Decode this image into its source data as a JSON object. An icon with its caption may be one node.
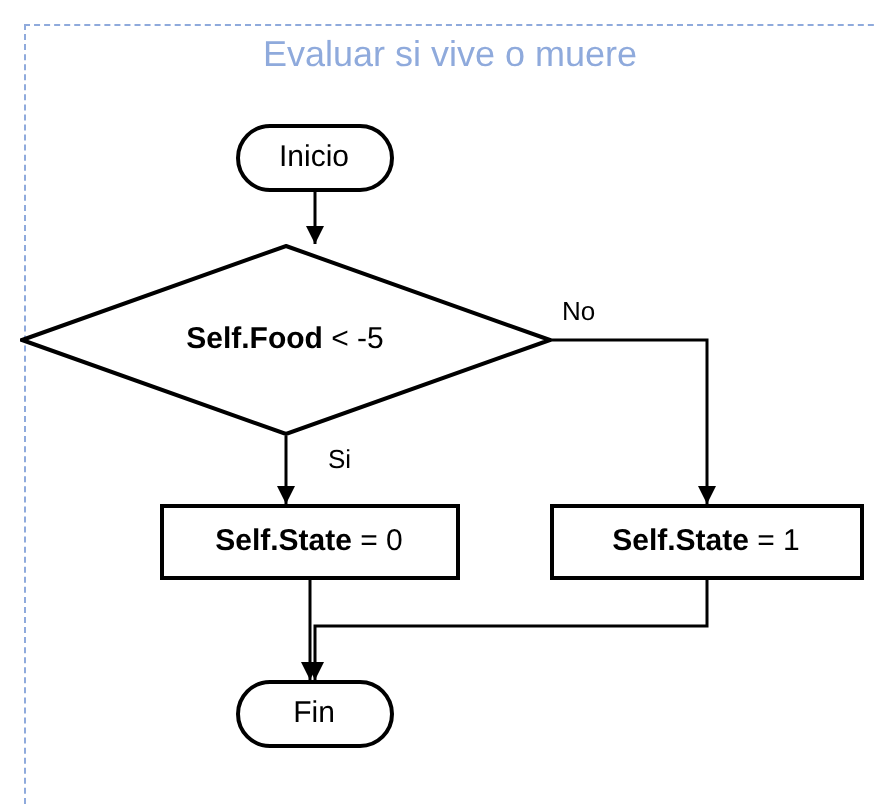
{
  "diagram": {
    "nodes": [
      {
        "text": [
          "Evaluar si vive o muere"
        ]
      },
      {
        "text": [
          "Inicio"
        ],
        "in": 0
      },
      {
        "text": [
          "**Self.Food** < -5"
        ],
        "in": 0
      },
      {
        "text": [
          "**Self.State** = 0"
        ],
        "in": 0
      },
      {
        "text": [
          "**Self.State** = 1"
        ],
        "in": 0
      },
      {
        "text": [
          "Fin"
        ],
        "in": 0
      }
    ],
    "edges": [
      {
        "from": 1,
        "to": 2,
        "arrow": "to"
      },
      {
        "from": 2,
        "to": 3,
        "arrow": "to",
        "label": "Si"
      },
      {
        "from": 2,
        "to": 4,
        "arrow": "to",
        "label": "No"
      },
      {
        "from": 3,
        "to": 5,
        "arrow": "to"
      },
      {
        "from": 4,
        "to": 5,
        "arrow": "to"
      }
    ]
  }
}
